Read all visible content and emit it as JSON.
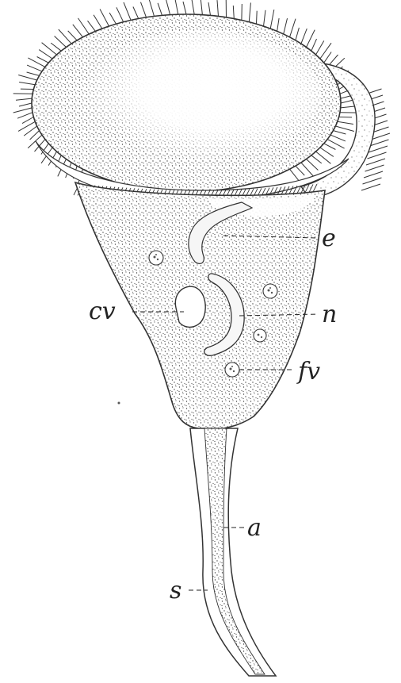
{
  "figure": {
    "background": "#ffffff",
    "ink": "#2a2a2a",
    "labels": {
      "e": "e",
      "cv": "cv",
      "n": "n",
      "fv": "fv",
      "a": "a",
      "s": "s"
    }
  }
}
